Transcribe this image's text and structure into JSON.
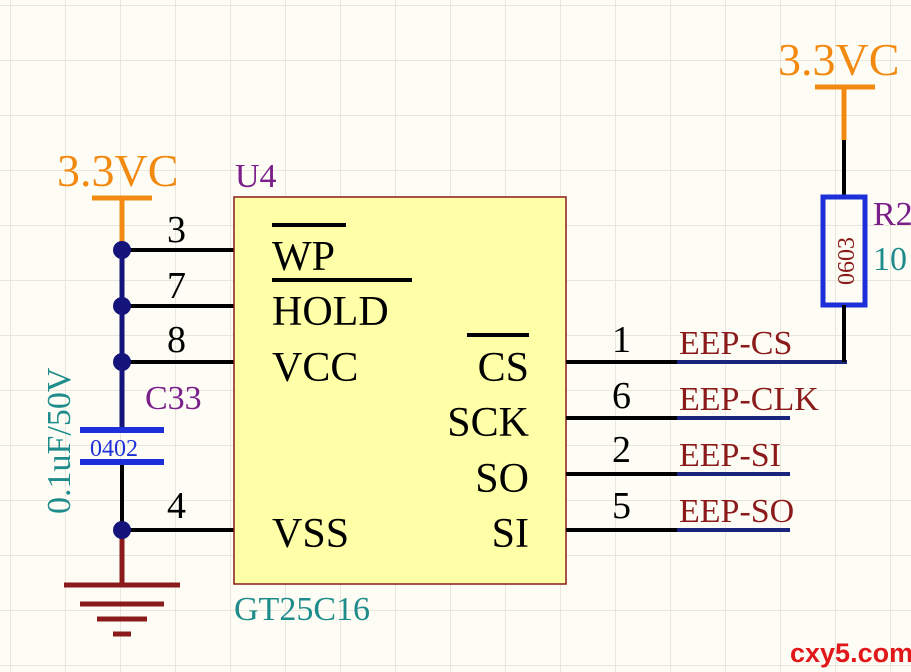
{
  "power": {
    "left_label": "3.3VC",
    "right_label": "3.3VC"
  },
  "chip": {
    "ref": "U4",
    "part": "GT25C16",
    "left_pins": [
      {
        "num": "3",
        "name": "WP"
      },
      {
        "num": "7",
        "name": "HOLD"
      },
      {
        "num": "8",
        "name": "VCC"
      },
      {
        "num": "4",
        "name": "VSS"
      }
    ],
    "right_pins": [
      {
        "num": "1",
        "name": "CS"
      },
      {
        "num": "6",
        "name": "SCK"
      },
      {
        "num": "2",
        "name": "SO"
      },
      {
        "num": "5",
        "name": "SI"
      }
    ]
  },
  "capacitor": {
    "ref": "C33",
    "value": "0.1uF/50V",
    "package": "0402"
  },
  "resistor": {
    "ref": "R2",
    "value": "10",
    "package": "0603"
  },
  "nets": [
    "EEP-CS",
    "EEP-CLK",
    "EEP-SI",
    "EEP-SO"
  ],
  "watermark": "cxy5.com",
  "colors": {
    "power": "#f28a12",
    "wire": "#000000",
    "net_wire": "#1a237e",
    "junction": "#14147a",
    "ground": "#8b1a1a",
    "chip_fill": "#ffffa8",
    "chip_border": "#8b1a1a",
    "ref_text": "#7b1f8a",
    "value_text": "#1f8c8c",
    "net_text": "#8b1a1a",
    "cap_body": "#1c2fd8",
    "watermark": "#e0181a"
  }
}
